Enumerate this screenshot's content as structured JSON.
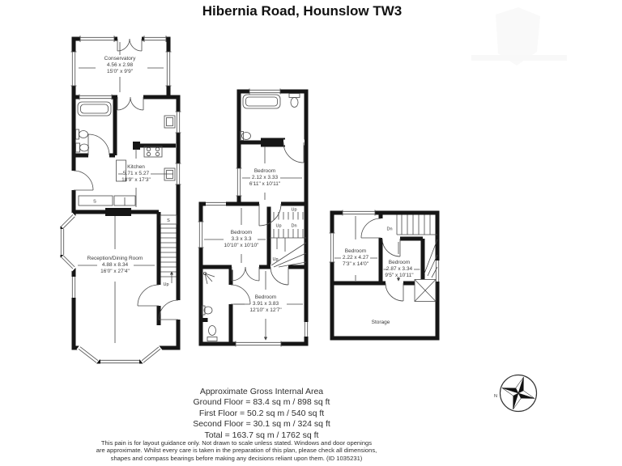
{
  "title": "Hibernia Road, Hounslow TW3",
  "ground_floor": {
    "conservatory": {
      "name": "Conservatory",
      "metric": "4.56 x 2.98",
      "imperial": "15'0\" x 9'9\""
    },
    "kitchen": {
      "name": "Kitchen",
      "metric": "5.71 x 5.27",
      "imperial": "18'9\" x 17'3\""
    },
    "reception": {
      "name": "Reception/Dining Room",
      "metric": "4.88 x 8.34",
      "imperial": "16'0\" x 27'4\""
    },
    "labels": {
      "cupboard_s": "S",
      "stair_cupboard_s": "S",
      "stairs_up": "Up"
    }
  },
  "first_floor": {
    "bedroom_front": {
      "name": "Bedroom",
      "metric": "2.12 x 3.33",
      "imperial": "6'11\" x 10'11\""
    },
    "bedroom_middle": {
      "name": "Bedroom",
      "metric": "3.3 x 3.3",
      "imperial": "10'10\" x 10'10\""
    },
    "bedroom_rear": {
      "name": "Bedroom",
      "metric": "3.91 x 3.83",
      "imperial": "12'10\" x 12'7\""
    },
    "labels": {
      "stairs_up_top": "Up",
      "stairs_up": "Up",
      "stairs_dn": "Dn",
      "stairs_up_lower": "Up"
    }
  },
  "second_floor": {
    "bedroom_left": {
      "name": "Bedroom",
      "metric": "2.22 x 4.27",
      "imperial": "7'3\" x 14'0\""
    },
    "bedroom_right": {
      "name": "Bedroom",
      "metric": "2.87 x 3.34",
      "imperial": "9'5\" x 10'11\""
    },
    "storage": {
      "name": "Storage"
    },
    "labels": {
      "stairs_dn": "Dn"
    }
  },
  "area_summary": {
    "heading": "Approximate Gross Internal Area",
    "ground": "Ground Floor = 83.4 sq m / 898 sq ft",
    "first": "First Floor = 50.2 sq m / 540 sq ft",
    "second": "Second Floor = 30.1 sq m / 324 sq ft",
    "total": "Total = 163.7 sq m / 1762 sq ft"
  },
  "disclaimer": {
    "line1": "This pain is for layout guidance only. Not drawn to scale unless stated. Windows and door openings",
    "line2": "are approximate. Whilst every care is taken in the preparation of this plan, please check all dimensions,",
    "line3": "shapes and compass bearings before making any decisions reliant upon them. (ID 1035231)"
  },
  "compass": {
    "north_label": "N"
  },
  "colors": {
    "wall": "#1a1a1a",
    "thin_line": "#4a4a4a",
    "text": "#3a3a3a"
  }
}
